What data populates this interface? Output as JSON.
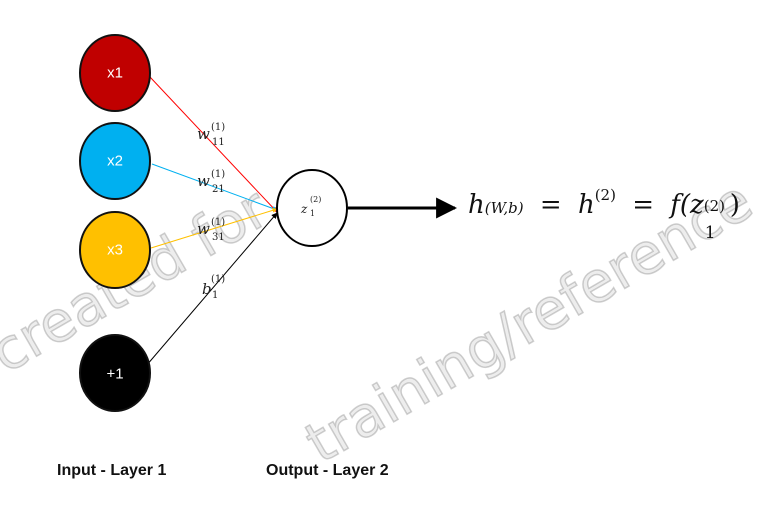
{
  "nodes": {
    "x1": {
      "label": "x1",
      "color": "#c00000"
    },
    "x2": {
      "label": "x2",
      "color": "#00b0f0"
    },
    "x3": {
      "label": "x3",
      "color": "#ffc000"
    },
    "bias": {
      "label": "+1",
      "color": "#000000"
    },
    "output": {
      "label_base": "z",
      "label_sub": "1",
      "label_sup": "(2)"
    }
  },
  "edges": {
    "w11": {
      "base": "w",
      "sub": "11",
      "sup": "(1)",
      "color": "#ff0000"
    },
    "w21": {
      "base": "w",
      "sub": "21",
      "sup": "(1)",
      "color": "#00b0f0"
    },
    "w31": {
      "base": "w",
      "sub": "31",
      "sup": "(1)",
      "color": "#ffc000"
    },
    "b1": {
      "base": "b",
      "sub": "1",
      "sup": "(1)",
      "color": "#000000"
    }
  },
  "formula": {
    "h": "h",
    "args": "(W,b)",
    "eq": "=",
    "h2": "h",
    "h2_sup": "(2)",
    "f": "f(z",
    "z_sub": "1",
    "z_sup": "(2)",
    "close": ")"
  },
  "layers": {
    "input": "Input - Layer 1",
    "output": "Output - Layer 2"
  },
  "watermark": {
    "line1": "created for",
    "line2": "training/reference"
  }
}
